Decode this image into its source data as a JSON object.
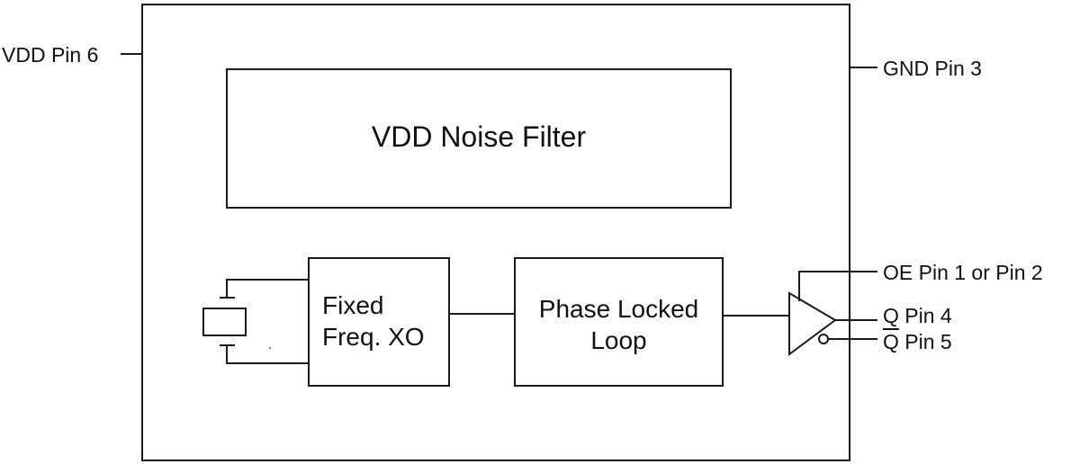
{
  "pins": {
    "vdd": "VDD Pin 6",
    "gnd": "GND Pin 3",
    "oe": "OE Pin 1 or Pin 2",
    "q": "Q Pin 4",
    "qbar_symbol": "Q",
    "qbar_suffix": " Pin 5"
  },
  "blocks": {
    "noise_filter": "VDD Noise Filter",
    "xo_line1": "Fixed",
    "xo_line2": "Freq. XO",
    "pll_line1": "Phase Locked",
    "pll_line2": "Loop"
  },
  "colors": {
    "stroke": "#1a1a1a",
    "text": "#111111",
    "background": "#ffffff"
  },
  "icons": {
    "crystal": "crystal-resonator-icon",
    "output_buffer": "tristate-buffer-icon"
  }
}
